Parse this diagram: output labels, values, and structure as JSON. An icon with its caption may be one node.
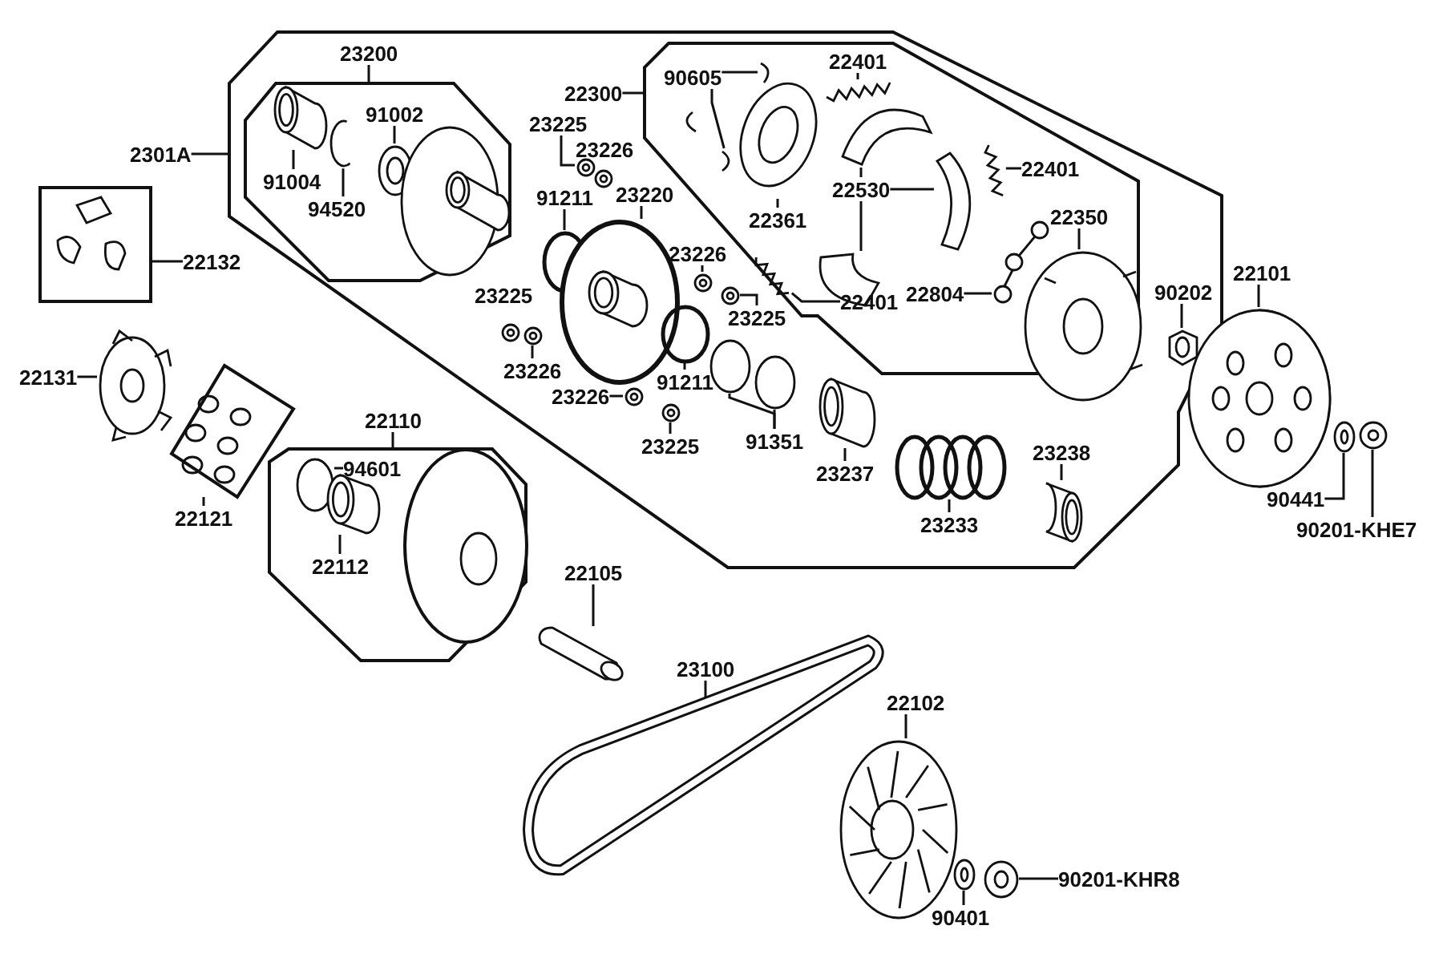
{
  "diagram": {
    "nodes": [
      {
        "text": [],
        "shape": "box"
      },
      {
        "text": [
          "23200"
        ],
        "in": 0
      },
      {
        "text": [],
        "shape": "box",
        "in": 0
      },
      {
        "text": [
          "91002"
        ],
        "in": 2
      },
      {
        "text": [
          "91004"
        ],
        "in": 2
      },
      {
        "text": [
          "94520"
        ],
        "in": 2
      },
      {
        "text": [
          "2301A"
        ]
      },
      {
        "text": [
          "22300"
        ],
        "in": 0
      },
      {
        "text": [],
        "shape": "box",
        "in": 0
      },
      {
        "text": [
          "90605"
        ],
        "in": 8
      },
      {
        "text": [
          "22401"
        ],
        "in": 8
      },
      {
        "text": [
          "22361"
        ],
        "in": 8
      },
      {
        "text": [
          "22530"
        ],
        "in": 8
      },
      {
        "text": [
          "22401"
        ],
        "in": 8
      },
      {
        "text": [
          "22350"
        ],
        "in": 8
      },
      {
        "text": [
          "22804"
        ],
        "in": 8
      },
      {
        "text": [
          "22401"
        ],
        "in": 8
      },
      {
        "text": [
          "23225"
        ],
        "in": 0
      },
      {
        "text": [
          "91211"
        ],
        "in": 0
      },
      {
        "text": [
          "23220"
        ],
        "in": 0
      },
      {
        "text": [
          "23226"
        ],
        "in": 0
      },
      {
        "text": [
          "23225"
        ],
        "in": 0
      },
      {
        "text": [
          "90202"
        ],
        "in": 0
      },
      {
        "text": [
          "22101"
        ]
      },
      {
        "text": [],
        "shape": "box"
      },
      {
        "text": [
          "22132"
        ]
      },
      {
        "text": [
          "22131"
        ]
      },
      {
        "text": [
          "23226"
        ],
        "in": 0
      },
      {
        "text": [
          "23226"
        ],
        "in": 0
      },
      {
        "text": [
          "91211"
        ],
        "in": 0
      },
      {
        "text": [
          "23225"
        ],
        "in": 0
      },
      {
        "text": [
          "91351"
        ],
        "in": 0
      },
      {
        "text": [
          "23237"
        ],
        "in": 0
      },
      {
        "text": [
          "23238"
        ],
        "in": 0
      },
      {
        "text": [
          "23233"
        ],
        "in": 0
      },
      {
        "text": [],
        "shape": "box"
      },
      {
        "text": [
          "22121"
        ]
      },
      {
        "text": [
          "22110"
        ]
      },
      {
        "text": [],
        "shape": "box"
      },
      {
        "text": [
          "94601"
        ],
        "in": 38
      },
      {
        "text": [
          "22112"
        ],
        "in": 38
      },
      {
        "text": [
          "22105"
        ]
      },
      {
        "text": [
          "90441"
        ]
      },
      {
        "text": [
          "90201-KHE7"
        ]
      },
      {
        "text": [
          "23100"
        ]
      },
      {
        "text": [
          "22102"
        ]
      },
      {
        "text": [
          "90201-KHR8"
        ]
      },
      {
        "text": [
          "90401"
        ]
      },
      {
        "text": [],
        "shape": "cylinder",
        "in": 2
      },
      {
        "text": [],
        "shape": "picture",
        "in": 2
      },
      {
        "text": [],
        "shape": "picture",
        "in": 2
      },
      {
        "text": [],
        "shape": "picture",
        "in": 8
      },
      {
        "text": [],
        "shape": "picture",
        "in": 8
      },
      {
        "text": [],
        "shape": "picture",
        "in": 8
      },
      {
        "text": [],
        "shape": "picture",
        "in": 8
      },
      {
        "text": [],
        "shape": "picture",
        "in": 8
      },
      {
        "text": [],
        "shape": "picture",
        "in": 8
      },
      {
        "text": [],
        "shape": "picture",
        "in": 8
      },
      {
        "text": [],
        "shape": "picture",
        "in": 8
      },
      {
        "text": [],
        "shape": "picture",
        "in": 8
      },
      {
        "text": [],
        "shape": "picture",
        "in": 8
      },
      {
        "text": [],
        "shape": "picture",
        "in": 8
      },
      {
        "text": [],
        "shape": "picture",
        "in": 0
      },
      {
        "text": [],
        "shape": "circle",
        "in": 0
      },
      {
        "text": [],
        "shape": "picture",
        "in": 0
      },
      {
        "text": [],
        "shape": "picture",
        "in": 0
      },
      {
        "text": [],
        "shape": "picture",
        "in": 0
      },
      {
        "text": [],
        "shape": "picture",
        "in": 0
      },
      {
        "text": [],
        "shape": "picture"
      },
      {
        "text": [],
        "shape": "picture"
      },
      {
        "text": [],
        "shape": "picture",
        "in": 0
      },
      {
        "text": [],
        "shape": "picture",
        "in": 0
      },
      {
        "text": [],
        "shape": "circle",
        "in": 0
      },
      {
        "text": [],
        "shape": "picture",
        "in": 0
      },
      {
        "text": [],
        "shape": "circle",
        "in": 0
      },
      {
        "text": [],
        "shape": "circle",
        "in": 0
      },
      {
        "text": [],
        "shape": "cylinder",
        "in": 0
      },
      {
        "text": [],
        "shape": "picture",
        "in": 0
      },
      {
        "text": [],
        "shape": "cylinder",
        "in": 0
      },
      {
        "text": [],
        "shape": "circle",
        "in": 38
      },
      {
        "text": [],
        "shape": "cylinder",
        "in": 38
      },
      {
        "text": [],
        "shape": "cylinder"
      },
      {
        "text": [],
        "shape": "picture"
      },
      {
        "text": [],
        "shape": "picture"
      },
      {
        "text": [],
        "shape": "picture"
      },
      {
        "text": [],
        "shape": "picture"
      },
      {
        "text": [],
        "shape": "picture"
      },
      {
        "text": [],
        "shape": "picture"
      },
      {
        "text": [],
        "shape": "picture",
        "in": 2
      },
      {
        "text": [],
        "shape": "picture",
        "in": 0
      },
      {
        "text": [],
        "shape": "picture",
        "in": 0
      },
      {
        "text": [],
        "shape": "picture",
        "in": 38
      }
    ],
    "edges": [
      {
        "from": 1,
        "to": 2,
        "arrow": "none"
      },
      {
        "from": 6,
        "to": 0,
        "arrow": "none"
      },
      {
        "from": 3,
        "to": 50,
        "arrow": "none"
      },
      {
        "from": 4,
        "to": 48,
        "arrow": "none"
      },
      {
        "from": 5,
        "to": 49,
        "arrow": "none"
      },
      {
        "from": 7,
        "to": 8,
        "arrow": "none"
      },
      {
        "from": 9,
        "to": 51,
        "arrow": "none"
      },
      {
        "from": 9,
        "to": 52,
        "arrow": "none"
      },
      {
        "from": 10,
        "to": 53,
        "arrow": "none"
      },
      {
        "from": 11,
        "to": 54,
        "arrow": "none"
      },
      {
        "from": 12,
        "to": 55,
        "arrow": "none"
      },
      {
        "from": 12,
        "to": 56,
        "arrow": "none"
      },
      {
        "from": 12,
        "to": 57,
        "arrow": "none"
      },
      {
        "from": 13,
        "to": 58,
        "arrow": "none"
      },
      {
        "from": 14,
        "to": 59,
        "arrow": "none"
      },
      {
        "from": 15,
        "to": 60,
        "arrow": "none"
      },
      {
        "from": 16,
        "to": 61,
        "arrow": "none"
      },
      {
        "from": 17,
        "to": 62,
        "arrow": "none"
      },
      {
        "from": 18,
        "to": 63,
        "arrow": "none"
      },
      {
        "from": 19,
        "to": 64,
        "arrow": "none"
      },
      {
        "from": 20,
        "to": 65,
        "arrow": "none"
      },
      {
        "from": 21,
        "to": 66,
        "arrow": "none"
      },
      {
        "from": 22,
        "to": 67,
        "arrow": "none"
      },
      {
        "from": 23,
        "to": 68,
        "arrow": "none"
      },
      {
        "from": 25,
        "to": 24,
        "arrow": "none"
      },
      {
        "from": 26,
        "to": 69,
        "arrow": "none"
      },
      {
        "from": 27,
        "to": 70,
        "arrow": "none"
      },
      {
        "from": 28,
        "to": 71,
        "arrow": "none"
      },
      {
        "from": 29,
        "to": 72,
        "arrow": "none"
      },
      {
        "from": 30,
        "to": 73,
        "arrow": "none"
      },
      {
        "from": 31,
        "to": 75,
        "arrow": "none"
      },
      {
        "from": 31,
        "to": 74,
        "arrow": "none"
      },
      {
        "from": 32,
        "to": 76,
        "arrow": "none"
      },
      {
        "from": 34,
        "to": 77,
        "arrow": "none"
      },
      {
        "from": 33,
        "to": 78,
        "arrow": "none"
      },
      {
        "from": 36,
        "to": 35,
        "arrow": "none"
      },
      {
        "from": 37,
        "to": 38,
        "arrow": "none"
      },
      {
        "from": 39,
        "to": 79,
        "arrow": "none"
      },
      {
        "from": 40,
        "to": 80,
        "arrow": "none"
      },
      {
        "from": 41,
        "to": 81,
        "arrow": "none"
      },
      {
        "from": 42,
        "to": 82,
        "arrow": "none"
      },
      {
        "from": 43,
        "to": 83,
        "arrow": "none"
      },
      {
        "from": 44,
        "to": 84,
        "arrow": "none"
      },
      {
        "from": 45,
        "to": 85,
        "arrow": "none"
      },
      {
        "from": 46,
        "to": 86,
        "arrow": "none"
      },
      {
        "from": 47,
        "to": 87,
        "arrow": "none"
      }
    ],
    "labels": [
      "23226",
      "23225"
    ]
  }
}
